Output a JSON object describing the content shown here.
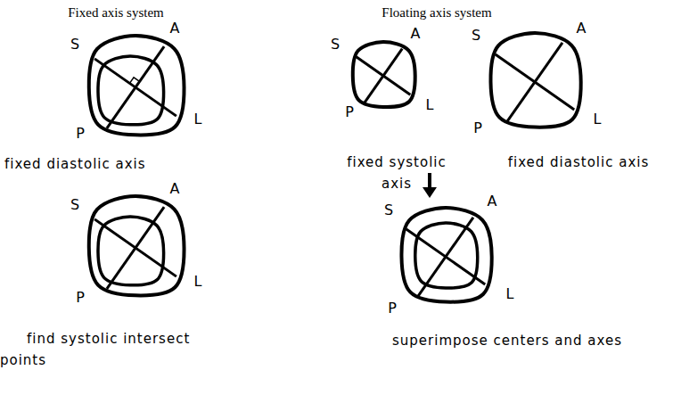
{
  "diagram": {
    "labels": [
      "Fixed axis system",
      "Floating axis system",
      "S",
      "A",
      "P",
      "L",
      "fixed diastolic axis",
      "S",
      "A",
      "P",
      "L",
      "find systolic intersect points",
      "S",
      "A",
      "P",
      "L",
      "S",
      "A",
      "P",
      "L",
      "fixed systolic axis",
      "fixed diastolic axis",
      "S",
      "A",
      "P",
      "L",
      "superimpose centers and axes"
    ]
  }
}
